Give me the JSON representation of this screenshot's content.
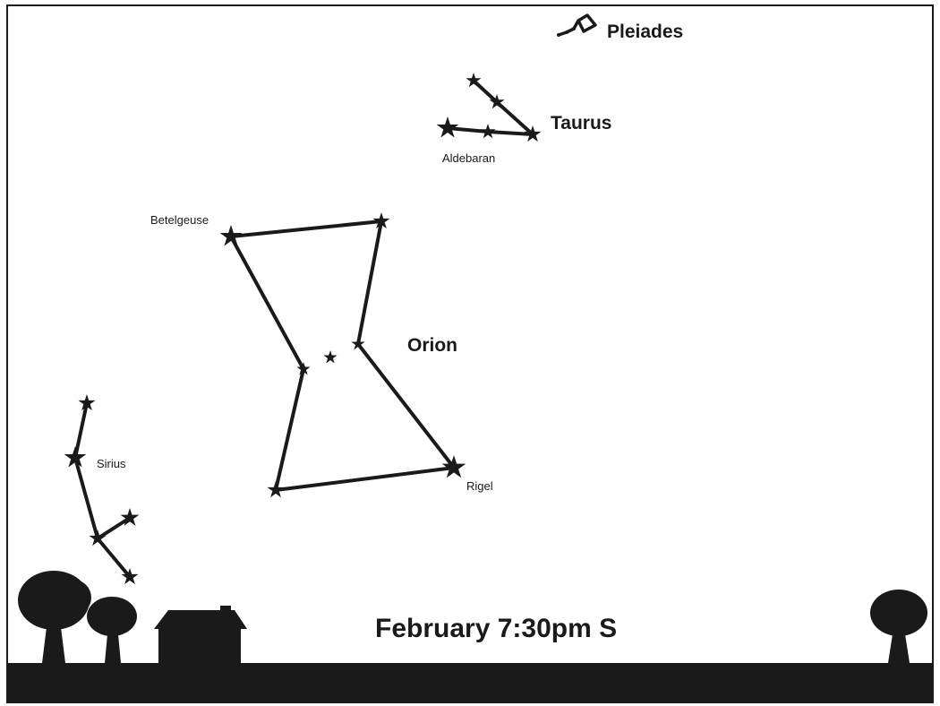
{
  "labels": {
    "pleiades": "Pleiades",
    "taurus": "Taurus",
    "aldebaran": "Aldebaran",
    "betelgeuse": "Betelgeuse",
    "orion": "Orion",
    "rigel": "Rigel",
    "sirius": "Sirius"
  },
  "caption": "February 7:30pm S",
  "colors": {
    "ink": "#1a1a1a",
    "background": "#ffffff"
  },
  "icons": [
    "star-icon",
    "tree-icon",
    "house-icon"
  ]
}
